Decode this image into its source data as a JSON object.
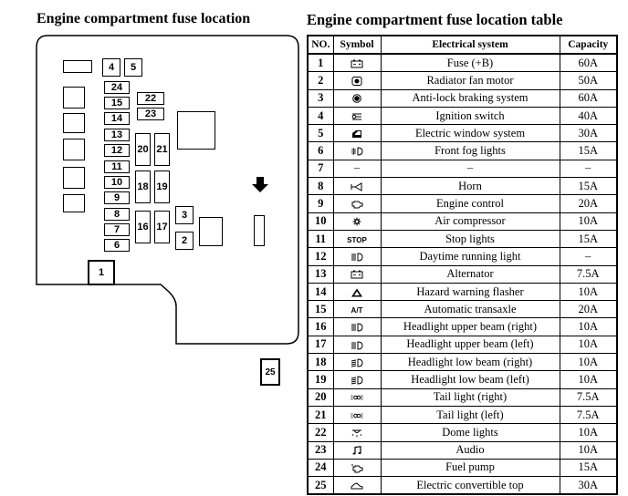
{
  "diagram_title": "Engine compartment fuse location",
  "table_title": "Engine compartment fuse location table",
  "headers": {
    "no": "NO.",
    "symbol": "Symbol",
    "system": "Electrical system",
    "capacity": "Capacity"
  },
  "fuse_labels": {
    "f1": "1",
    "f2": "2",
    "f3": "3",
    "f4": "4",
    "f5": "5",
    "f6": "6",
    "f7": "7",
    "f8": "8",
    "f9": "9",
    "f10": "10",
    "f11": "11",
    "f12": "12",
    "f13": "13",
    "f14": "14",
    "f15": "15",
    "f16": "16",
    "f17": "17",
    "f18": "18",
    "f19": "19",
    "f20": "20",
    "f21": "21",
    "f22": "22",
    "f23": "23",
    "f24": "24",
    "f25": "25"
  },
  "rows": [
    {
      "no": "1",
      "symbol": "battery-icon",
      "system": "Fuse (+B)",
      "capacity": "60A"
    },
    {
      "no": "2",
      "symbol": "radiator-fan-icon",
      "system": "Radiator fan motor",
      "capacity": "50A"
    },
    {
      "no": "3",
      "symbol": "abs-icon",
      "system": "Anti-lock braking system",
      "capacity": "60A"
    },
    {
      "no": "4",
      "symbol": "ignition-key-icon",
      "system": "Ignition switch",
      "capacity": "40A"
    },
    {
      "no": "5",
      "symbol": "power-window-icon",
      "system": "Electric window system",
      "capacity": "30A"
    },
    {
      "no": "6",
      "symbol": "fog-light-icon",
      "system": "Front fog lights",
      "capacity": "15A"
    },
    {
      "no": "7",
      "symbol": "dash",
      "system": "–",
      "capacity": "–"
    },
    {
      "no": "8",
      "symbol": "horn-icon",
      "system": "Horn",
      "capacity": "15A"
    },
    {
      "no": "9",
      "symbol": "engine-icon",
      "system": "Engine control",
      "capacity": "20A"
    },
    {
      "no": "10",
      "symbol": "compressor-icon",
      "system": "Air compressor",
      "capacity": "10A"
    },
    {
      "no": "11",
      "symbol": "stop-text",
      "system": "Stop lights",
      "capacity": "15A"
    },
    {
      "no": "12",
      "symbol": "headlight-icon",
      "system": "Daytime running light",
      "capacity": "–"
    },
    {
      "no": "13",
      "symbol": "battery-icon",
      "system": "Alternator",
      "capacity": "7.5A"
    },
    {
      "no": "14",
      "symbol": "hazard-icon",
      "system": "Hazard warning flasher",
      "capacity": "10A"
    },
    {
      "no": "15",
      "symbol": "at-text",
      "system": "Automatic transaxle",
      "capacity": "20A"
    },
    {
      "no": "16",
      "symbol": "headlight-icon",
      "system": "Headlight upper beam (right)",
      "capacity": "10A"
    },
    {
      "no": "17",
      "symbol": "headlight-icon",
      "system": "Headlight upper beam (left)",
      "capacity": "10A"
    },
    {
      "no": "18",
      "symbol": "headlight-low-icon",
      "system": "Headlight low beam (right)",
      "capacity": "10A"
    },
    {
      "no": "19",
      "symbol": "headlight-low-icon",
      "system": "Headlight low beam (left)",
      "capacity": "10A"
    },
    {
      "no": "20",
      "symbol": "tail-light-icon",
      "system": "Tail light (right)",
      "capacity": "7.5A"
    },
    {
      "no": "21",
      "symbol": "tail-light-icon",
      "system": "Tail light (left)",
      "capacity": "7.5A"
    },
    {
      "no": "22",
      "symbol": "dome-light-icon",
      "system": "Dome lights",
      "capacity": "10A"
    },
    {
      "no": "23",
      "symbol": "audio-icon",
      "system": "Audio",
      "capacity": "10A"
    },
    {
      "no": "24",
      "symbol": "fuel-pump-icon",
      "system": "Fuel pump",
      "capacity": "15A"
    },
    {
      "no": "25",
      "symbol": "convertible-top-icon",
      "system": "Electric convertible top",
      "capacity": "30A"
    }
  ],
  "symbol_text": {
    "stop": "STOP",
    "at": "A/T",
    "dash": "–"
  }
}
